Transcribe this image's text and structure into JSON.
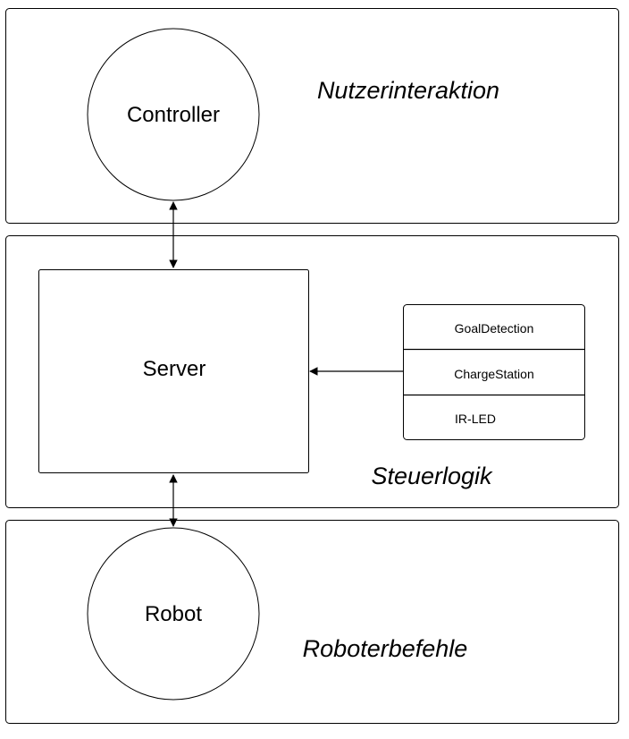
{
  "lanes": [
    {
      "label": "Nutzerinteraktion"
    },
    {
      "label": "Steuerlogik"
    },
    {
      "label": "Roboterbefehle"
    }
  ],
  "nodes": {
    "controller": {
      "label": "Controller"
    },
    "server": {
      "label": "Server"
    },
    "robot": {
      "label": "Robot"
    }
  },
  "component_list": {
    "items": [
      {
        "label": "GoalDetection"
      },
      {
        "label": "ChargeStation"
      },
      {
        "label": "IR-LED"
      }
    ]
  },
  "colors": {
    "stroke": "#000000",
    "background": "#ffffff"
  }
}
